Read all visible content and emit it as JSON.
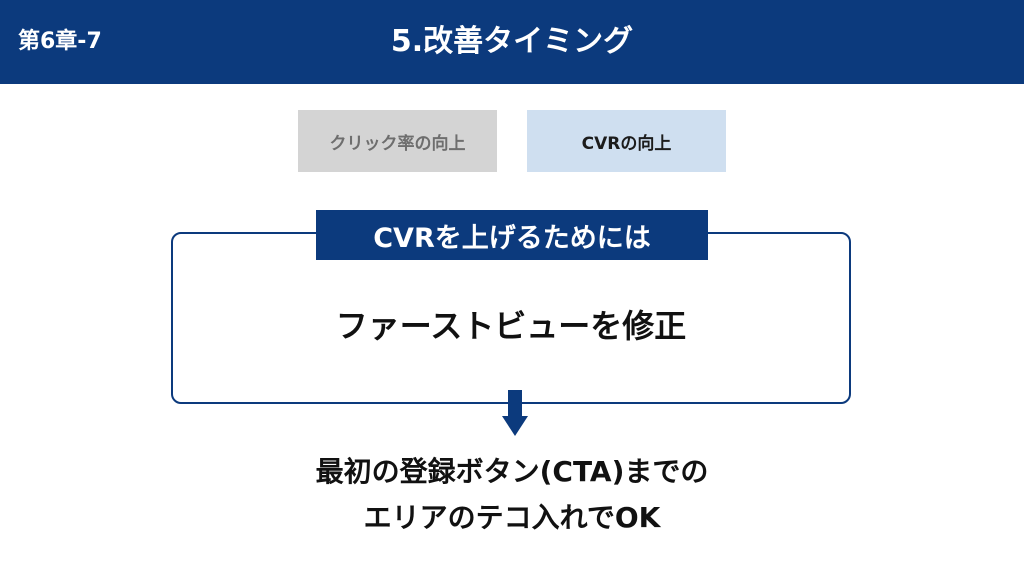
{
  "header": {
    "chapter": "第6章-7",
    "title": "5.改善タイミング",
    "background_color": "#0c3a7d"
  },
  "tabs": [
    {
      "label": "クリック率の向上",
      "state": "inactive",
      "color": "#d4d4d4"
    },
    {
      "label": "CVRの向上",
      "state": "active",
      "color": "#cfdff0"
    }
  ],
  "box": {
    "label": "CVRを上げるためには",
    "text": "ファーストビューを修正"
  },
  "arrow_icon": "down-arrow",
  "result": {
    "line1": "最初の登録ボタン(CTA)までの",
    "line2": "エリアのテコ入れでOK"
  }
}
